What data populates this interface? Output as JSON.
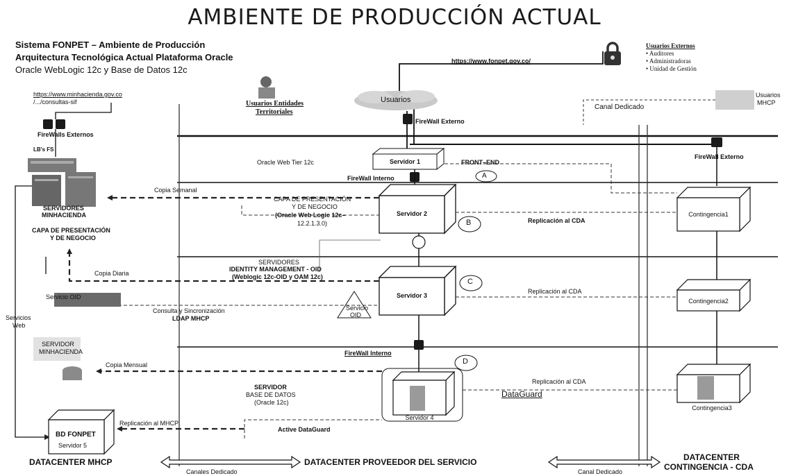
{
  "title": "AMBIENTE DE PRODUCCIÓN ACTUAL",
  "header": {
    "line1": "Sistema FONPET – Ambiente de Producción",
    "line2": "Arquitectura Tecnológica Actual Plataforma Oracle",
    "line3": "Oracle WebLogic 12c y Base de Datos 12c"
  },
  "external_users": {
    "title": "Usuarios Externos",
    "items": [
      "Auditores",
      "Administradoras",
      "Unidad de Gestión"
    ],
    "url": "https://www.fonpet.gov.co/"
  },
  "mhcp_url": {
    "line1": "https://www.minhacienda.gov.co",
    "line2": "/.../consultas-sif"
  },
  "labels": {
    "usuarios_territoriales_1": "Usuarios Entidades",
    "usuarios_territoriales_2": "Territoriales",
    "usuarios": "Usuarios",
    "canal_dedicado_top": "Canal Dedicado",
    "usuarios_mhcp_1": "Usuarios",
    "usuarios_mhcp_2": "MHCP",
    "firewalls_externos": "FireWalls Externos",
    "firewall_externo_center": "FireWall Externo",
    "firewall_externo_right": "FireWall Externo",
    "oracle_web_tier": "Oracle Web Tier 12c",
    "front_end": "FRONT–END",
    "firewall_interno_1": "FireWall Interno",
    "firewall_interno_2": "FireWall Interno",
    "lb_fs": "LB's FS",
    "servidores_minhacienda_1": "SERVIDORES",
    "servidores_minhacienda_2": "MINHACIENDA",
    "capa_left_1": "CAPA DE PRESENTACIÓN",
    "capa_left_2": "Y DE NEGOCIO",
    "copia_semanal": "Copia Semanal",
    "capa_center_1": "CAPA DE PRESENTACIÓN",
    "capa_center_2": "Y DE NEGOCIO",
    "capa_center_3": "(Oracle Web Logic 12c–",
    "capa_center_4": "12.2.1.3.0)",
    "replicacion_1": "Replicación al CDA",
    "copia_diaria": "Copia Diaria",
    "idm_1": "SERVIDORES",
    "idm_2": "IDENTITY MANAGEMENT - OID",
    "idm_3": "(Weblogic 12c-OID y OAM 12c)",
    "servicio_oid_left": "Servicio OID",
    "consulta_1": "Consulta y Sincronización",
    "consulta_2": "LDAP MHCP",
    "servicio_oid_tri_1": "Servicio",
    "servicio_oid_tri_2": "OID",
    "replicacion_2": "Replicación al CDA",
    "servicios_web_1": "Servicios",
    "servicios_web_2": "Web",
    "servidor_minhacienda_1": "SERVIDOR",
    "servidor_minhacienda_2": "MINHACIENDA",
    "copia_mensual": "Copia Mensual",
    "servidor_bd_1": "SERVIDOR",
    "servidor_bd_2": "BASE DE DATOS",
    "servidor_bd_3": "(Oracle 12c)",
    "replicacion_3": "Replicación al CDA",
    "dataguard": "DataGuard",
    "replicacion_mhcp": "Replicación al MHCP",
    "active_dataguard": "Active DataGuard",
    "bd_fonpet": "BD FONPET",
    "servidor5": "Servidor 5"
  },
  "servers": {
    "s1": "Servidor 1",
    "s2": "Servidor 2",
    "s3": "Servidor 3",
    "s4": "Servidor 4",
    "c1": "Contingencia1",
    "c2": "Contingencia2",
    "c3": "Contingencia3"
  },
  "markers": {
    "a": "A",
    "b": "B",
    "c": "C",
    "d": "D"
  },
  "footer": {
    "dc_mhcp": "DATACENTER  MHCP",
    "dc_proveedor": "DATACENTER  PROVEEDOR DEL SERVICIO",
    "dc_cont_1": "DATACENTER",
    "dc_cont_2": "CONTINGENCIA  - CDA",
    "canales_dedicado": "Canales Dedicado",
    "canal_dedicado_bottom": "Canal Dedicado"
  }
}
